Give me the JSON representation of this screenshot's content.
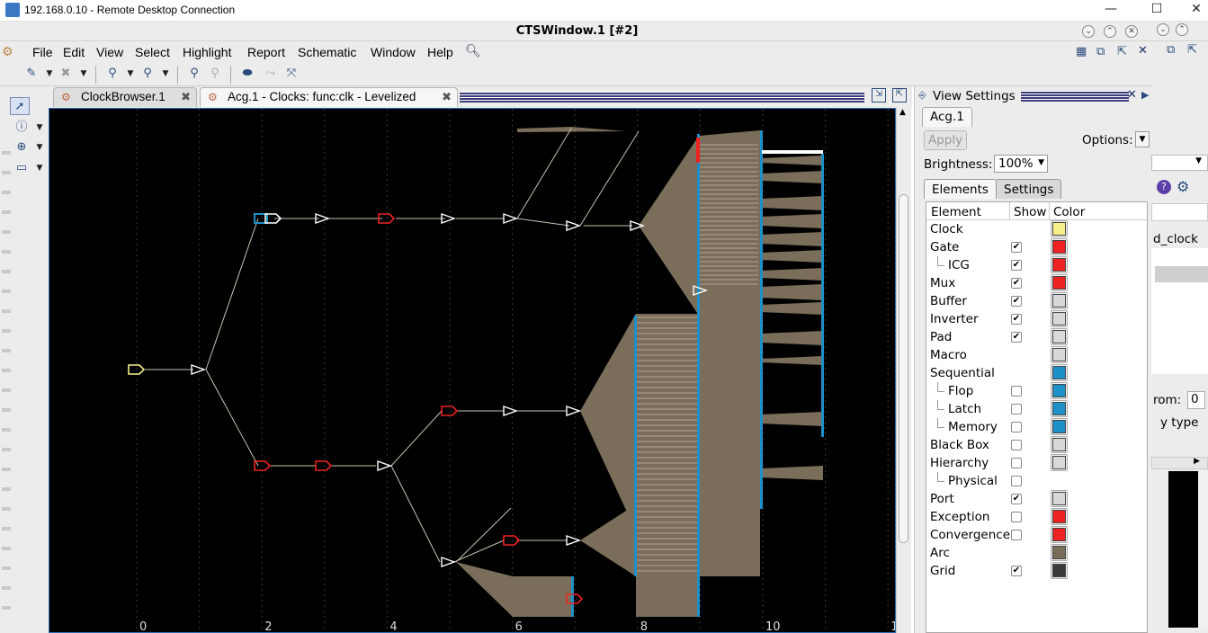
{
  "rdp": {
    "title": "192.168.0.10 - Remote Desktop Connection",
    "minimize": "—",
    "maximize": "☐",
    "close": "✕"
  },
  "app": {
    "title": "CTSWindow.1 [#2]"
  },
  "menu": [
    "File",
    "Edit",
    "View",
    "Select",
    "Highlight",
    "Report",
    "Schematic",
    "Window",
    "Help"
  ],
  "tabs": [
    {
      "label": "ClockBrowser.1",
      "active": false
    },
    {
      "label": "Acg.1 - Clocks: func:clk - Levelized",
      "active": true
    }
  ],
  "axis": {
    "ticks": [
      "0",
      "2",
      "4",
      "6",
      "8",
      "10",
      "1"
    ]
  },
  "panel": {
    "title": "View Settings",
    "subtab": "Acg.1",
    "apply": "Apply",
    "options_label": "Options:",
    "brightness_label": "Brightness:",
    "brightness_value": "100%",
    "tab_elements": "Elements",
    "tab_settings": "Settings",
    "columns": [
      "Element",
      "Show",
      "Color"
    ],
    "rows": [
      {
        "name": "Clock",
        "indent": 0,
        "show": null,
        "color": "#f7ef8a"
      },
      {
        "name": "Gate",
        "indent": 0,
        "show": true,
        "color": "#ee2222"
      },
      {
        "name": "ICG",
        "indent": 1,
        "show": true,
        "color": "#ee2222"
      },
      {
        "name": "Mux",
        "indent": 0,
        "show": true,
        "color": "#ee2222"
      },
      {
        "name": "Buffer",
        "indent": 0,
        "show": true,
        "color": "#d8d8d8"
      },
      {
        "name": "Inverter",
        "indent": 0,
        "show": true,
        "color": "#d8d8d8"
      },
      {
        "name": "Pad",
        "indent": 0,
        "show": true,
        "color": "#d8d8d8"
      },
      {
        "name": "Macro",
        "indent": 0,
        "show": null,
        "color": "#d8d8d8"
      },
      {
        "name": "Sequential",
        "indent": 0,
        "show": null,
        "color": "#1e90c8"
      },
      {
        "name": "Flop",
        "indent": 1,
        "show": false,
        "color": "#1e90c8"
      },
      {
        "name": "Latch",
        "indent": 1,
        "show": false,
        "color": "#1e90c8"
      },
      {
        "name": "Memory",
        "indent": 1,
        "show": false,
        "color": "#1e90c8"
      },
      {
        "name": "Black Box",
        "indent": 0,
        "show": false,
        "color": "#d8d8d8"
      },
      {
        "name": "Hierarchy",
        "indent": 0,
        "show": false,
        "color": "#d8d8d8"
      },
      {
        "name": "Physical",
        "indent": 1,
        "show": false,
        "color": null
      },
      {
        "name": "Port",
        "indent": 0,
        "show": true,
        "color": "#d8d8d8"
      },
      {
        "name": "Exception",
        "indent": 0,
        "show": false,
        "color": "#ee2222"
      },
      {
        "name": "Convergence",
        "indent": 0,
        "show": false,
        "color": "#ee2222"
      },
      {
        "name": "Arc",
        "indent": 0,
        "show": null,
        "color": "#7a6e5a"
      },
      {
        "name": "Grid",
        "indent": 0,
        "show": true,
        "color": "#3a3a3a"
      }
    ]
  },
  "background_window": {
    "field_text": "d_clock",
    "from_label": "rom:",
    "from_value": "0",
    "type_label": "y type"
  },
  "colors": {
    "canvas_bg": "#000000",
    "arc": "#7a6e5a",
    "flop": "#1e90c8",
    "gate": "#ee2222",
    "clock": "#f7ef8a",
    "buffer": "#d8d8d8"
  }
}
